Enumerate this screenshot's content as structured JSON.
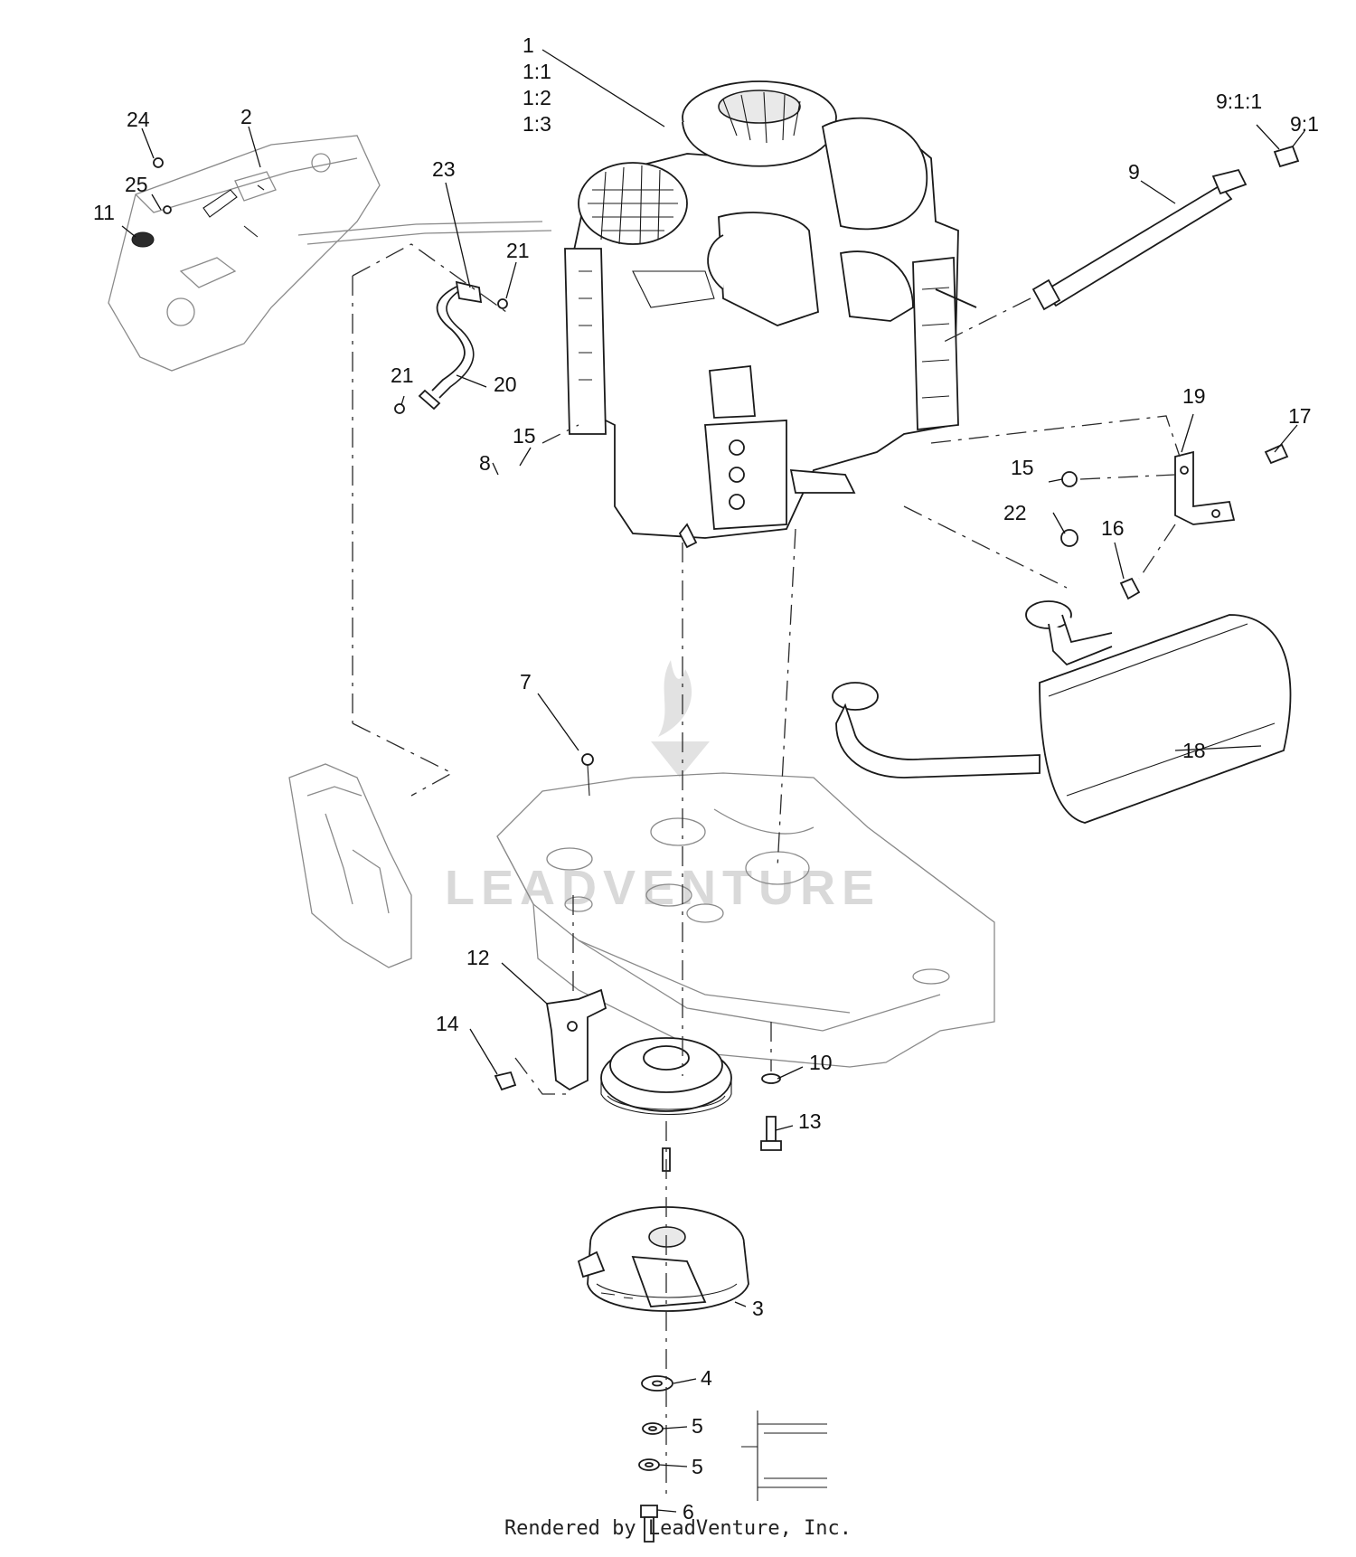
{
  "watermark": "LEADVENTURE",
  "footer": "Rendered by LeadVenture, Inc.",
  "callouts": [
    "1",
    "1:1",
    "1:2",
    "1:3",
    "2",
    "24",
    "25",
    "11",
    "23",
    "21",
    "21",
    "20",
    "15",
    "8",
    "9",
    "9:1:1",
    "9:1",
    "19",
    "17",
    "15",
    "22",
    "16",
    "7",
    "18",
    "12",
    "14",
    "10",
    "13",
    "3",
    "4",
    "5",
    "5",
    "6"
  ]
}
